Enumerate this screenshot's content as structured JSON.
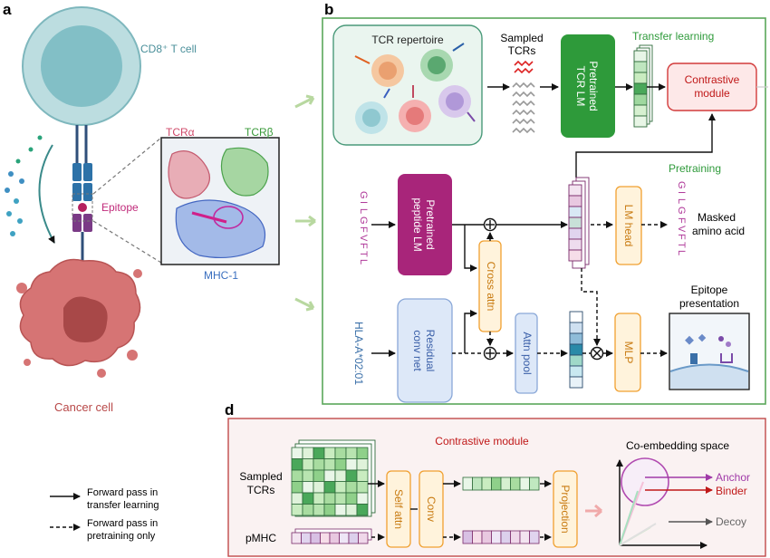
{
  "panel_a": {
    "label": "a",
    "t_cell": "CD8⁺ T cell",
    "tcr_alpha": "TCRα",
    "tcr_beta": "TCRβ",
    "epitope": "Epitope",
    "mhc": "MHC-1",
    "cancer_cell": "Cancer cell"
  },
  "panel_b": {
    "label": "b",
    "repertoire": "TCR repertoire",
    "sampled_tcrs": [
      "Sampled",
      "TCRs"
    ],
    "pretrained_tcr_lm": [
      "Pretrained",
      "TCR LM"
    ],
    "transfer_learning": "Transfer learning",
    "contrastive_module": [
      "Contrastive",
      "module"
    ],
    "pretraining": "Pretraining",
    "peptide_seq": [
      "G",
      "I",
      "L",
      "G",
      "F",
      "V",
      "F",
      "T",
      "L"
    ],
    "pretrained_peptide_lm": [
      "Pretrained",
      "peptide LM"
    ],
    "cross_attn": "Cross attn",
    "lm_head": "LM head",
    "masked_amino_acid": [
      "Masked",
      "amino acid"
    ],
    "hla": "HLA-A*02:01",
    "residual_conv_net": [
      "Residual",
      "conv net"
    ],
    "attn_pool": "Attn pool",
    "mlp": "MLP",
    "epitope_presentation": [
      "Epitope",
      "presentation"
    ]
  },
  "panel_d": {
    "label": "d",
    "title": "Contrastive module",
    "sampled_tcrs": [
      "Sampled",
      "TCRs"
    ],
    "pmhc": "pMHC",
    "self_attn": "Self attn",
    "conv": "Conv",
    "projection": "Projection",
    "co_embedding": "Co-embedding space",
    "anchor": "Anchor",
    "binder": "Binder",
    "decoy": "Decoy"
  },
  "legend": {
    "solid": [
      "Forward pass in",
      "transfer learning"
    ],
    "dashed": [
      "Forward pass in",
      "pretraining only"
    ]
  },
  "colors": {
    "green_panel_border": "#5aa65a",
    "green_box": "#2e9a3a",
    "magenta_box": "#a8257a",
    "orange_border": "#f0a030",
    "blue_box": "#dde8f8",
    "red_border": "#d23a3a"
  }
}
